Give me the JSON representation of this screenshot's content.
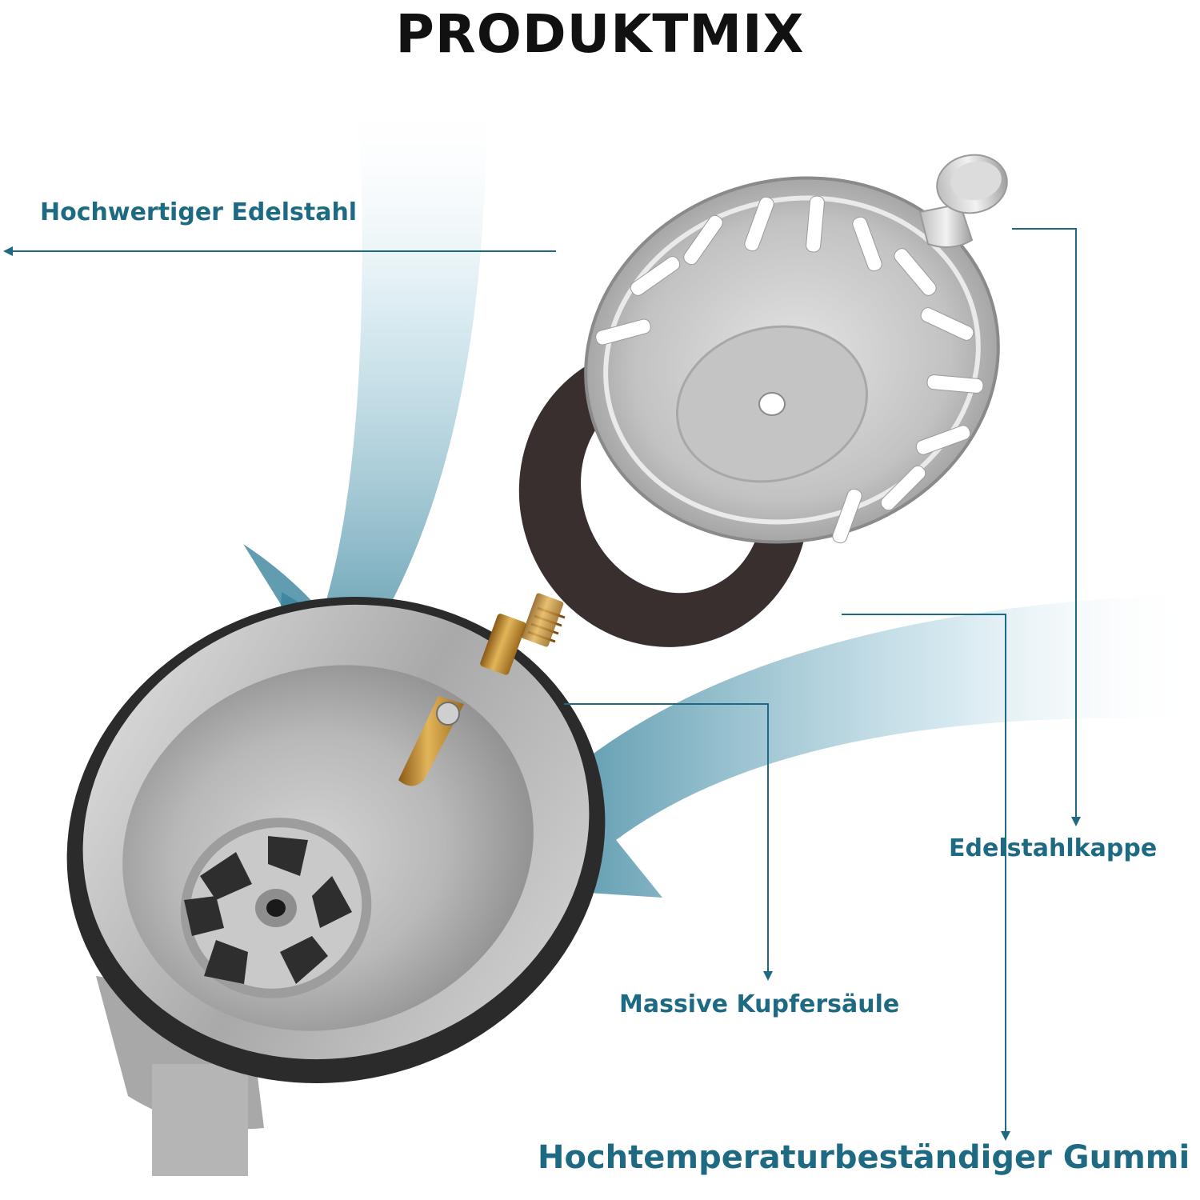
{
  "title": "PRODUKTMIX",
  "colors": {
    "accent": "#1e6a82",
    "title": "#111111",
    "background": "#ffffff"
  },
  "callouts": {
    "stainless_steel": "Hochwertiger Edelstahl",
    "steel_cap": "Edelstahlkappe",
    "copper_column": "Massive Kupfersäule",
    "rubber": "Hochtemperaturbeständiger Gummi"
  }
}
